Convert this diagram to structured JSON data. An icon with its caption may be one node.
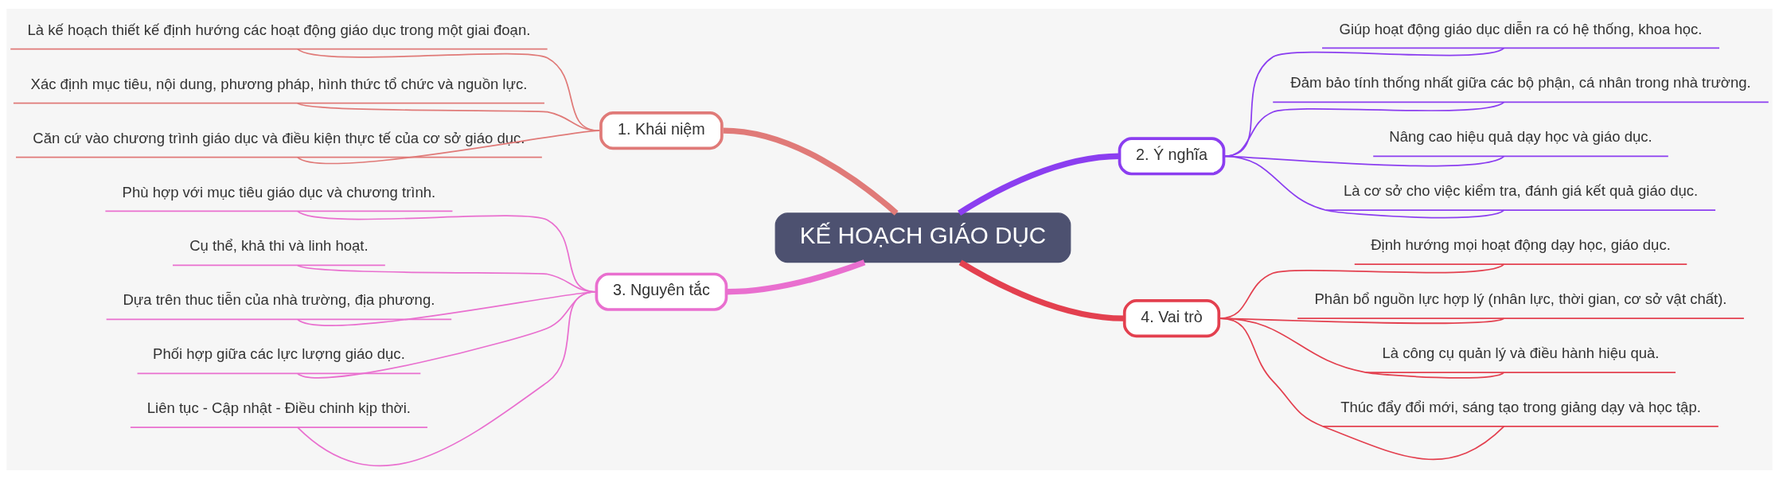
{
  "diagram": {
    "nodes": [
      {
        "text": [
          "KẾ HOẠCH GIÁO DỤC"
        ]
      },
      {
        "text": [
          "1. Khái niệm"
        ]
      },
      {
        "text": [
          "Là kế hoạch thiết kế định hướng các hoạt động giáo dục trong một giai đoạn."
        ]
      },
      {
        "text": [
          "Xác định mục tiêu, nội dung, phương pháp, hình thức tổ chức và nguồn lực."
        ]
      },
      {
        "text": [
          "Căn cứ vào chương trình giáo dục và điều kiện thực tế của cơ sở giáo dục."
        ]
      },
      {
        "text": [
          "2. Ý nghĩa"
        ]
      },
      {
        "text": [
          "Giúp hoạt động giáo dục diễn ra có hệ thống, khoa học."
        ]
      },
      {
        "text": [
          "Đảm bảo tính thống nhất giữa các bộ phận, cá nhân trong nhà trường."
        ]
      },
      {
        "text": [
          "Nâng cao hiệu quả dạy học và giáo dục."
        ]
      },
      {
        "text": [
          "Là cơ sở cho việc kiểm tra, đánh giá kết quả giáo dục."
        ]
      },
      {
        "text": [
          "3. Nguyên tắc"
        ]
      },
      {
        "text": [
          "Phù hợp với mục tiêu giáo dục và chương trình."
        ]
      },
      {
        "text": [
          "Cụ thể, khả thi và linh hoạt."
        ]
      },
      {
        "text": [
          "Dựa trên thuc tiễn của nhà trường, địa phương."
        ]
      },
      {
        "text": [
          "Phối hợp giữa các lực lượng giáo dục."
        ]
      },
      {
        "text": [
          "Liên tục - Cập nhật - Điều chinh kịp thời."
        ]
      },
      {
        "text": [
          "4. Vai trò"
        ]
      },
      {
        "text": [
          "Định hướng mọi hoạt động dạy học, giáo dục."
        ]
      },
      {
        "text": [
          "Phân bổ nguồn lực hợp lý (nhân lực, thời gian, cơ sở vật chất)."
        ]
      },
      {
        "text": [
          "Là công cụ quản lý và điều hành hiệu quà."
        ]
      },
      {
        "text": [
          "Thúc đẩy đổi mới, sáng tạo trong giảng dạy và học tập."
        ]
      }
    ],
    "edges": [
      {
        "from": 1,
        "to": 0,
        "arrow": "none",
        "style": "thick",
        "color": "#e07a78"
      },
      {
        "from": 2,
        "to": 1,
        "arrow": "none",
        "color": "#e07a78"
      },
      {
        "from": 3,
        "to": 1,
        "arrow": "none",
        "color": "#e07a78"
      },
      {
        "from": 4,
        "to": 1,
        "arrow": "none",
        "color": "#e07a78"
      },
      {
        "from": 0,
        "to": 5,
        "arrow": "none",
        "style": "thick",
        "color": "#8b3ef0"
      },
      {
        "from": 5,
        "to": 6,
        "arrow": "none",
        "color": "#8b3ef0"
      },
      {
        "from": 5,
        "to": 7,
        "arrow": "none",
        "color": "#8b3ef0"
      },
      {
        "from": 5,
        "to": 8,
        "arrow": "none",
        "color": "#8b3ef0"
      },
      {
        "from": 5,
        "to": 9,
        "arrow": "none",
        "color": "#8b3ef0"
      },
      {
        "from": 10,
        "to": 0,
        "arrow": "none",
        "style": "thick",
        "color": "#e96fcf"
      },
      {
        "from": 11,
        "to": 10,
        "arrow": "none",
        "color": "#e96fcf"
      },
      {
        "from": 12,
        "to": 10,
        "arrow": "none",
        "color": "#e96fcf"
      },
      {
        "from": 13,
        "to": 10,
        "arrow": "none",
        "color": "#e96fcf"
      },
      {
        "from": 14,
        "to": 10,
        "arrow": "none",
        "color": "#e96fcf"
      },
      {
        "from": 15,
        "to": 10,
        "arrow": "none",
        "color": "#e96fcf"
      },
      {
        "from": 0,
        "to": 16,
        "arrow": "none",
        "style": "thick",
        "color": "#e3404f"
      },
      {
        "from": 16,
        "to": 17,
        "arrow": "none",
        "color": "#e3404f"
      },
      {
        "from": 16,
        "to": 18,
        "arrow": "none",
        "color": "#e3404f"
      },
      {
        "from": 16,
        "to": 19,
        "arrow": "none",
        "color": "#e3404f"
      },
      {
        "from": 16,
        "to": 20,
        "arrow": "none",
        "color": "#e3404f"
      }
    ]
  }
}
